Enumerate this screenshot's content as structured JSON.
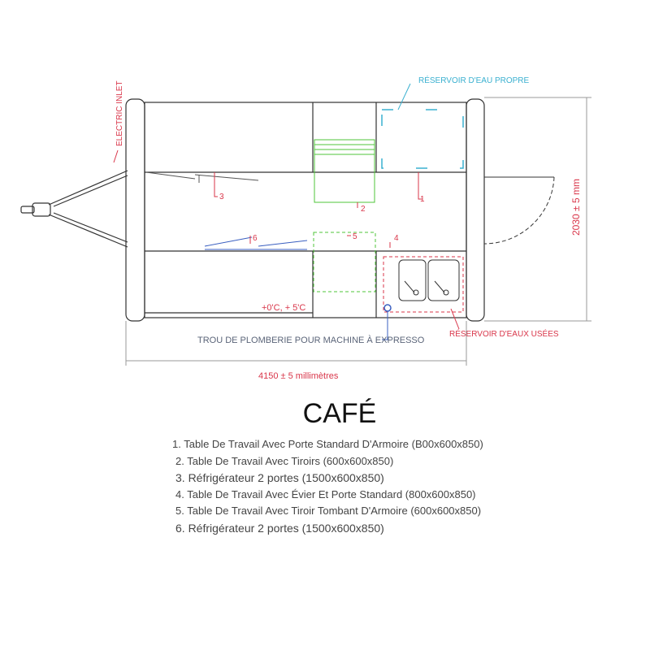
{
  "diagram": {
    "labels": {
      "electric_inlet": "ELECTRIC INLET",
      "clean_water_tank": "RÉSERVOIR D'EAU PROPRE",
      "waste_water_tank": "RÉSERVOIR D'EAUX USÉES",
      "plumbing_hole": "TROU DE PLOMBERIE POUR MACHINE À EXPRESSO",
      "fridge_temp": "+0'C, + 5'C",
      "width_dimension": "4150 ± 5 millimètres",
      "depth_dimension": "2030 ± 5 mm"
    },
    "markers": [
      "1",
      "2",
      "3",
      "4",
      "5",
      "6"
    ]
  },
  "title": "CAFÉ",
  "legend": [
    "1. Table De Travail Avec Porte Standard D'Armoire (B00x600x850)",
    "2. Table De Travail Avec Tiroirs (600x600x850)",
    "3. Réfrigérateur 2 portes (1500x600x850)",
    "4. Table De Travail Avec Évier Et Porte Standard (800x600x850)",
    "5. Table De Travail Avec Tiroir Tombant D'Armoire (600x600x850)",
    "6. Réfrigérateur 2 portes (1500x600x850)"
  ],
  "colors": {
    "red": "#d9364a",
    "cyan": "#3ab0d0",
    "green": "#4fc53a",
    "blue": "#3a5fc0",
    "line": "#333333"
  }
}
